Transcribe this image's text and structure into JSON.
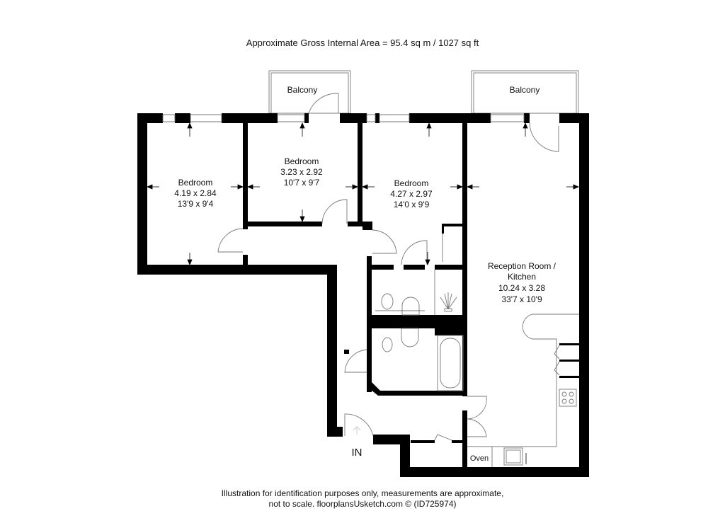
{
  "header": {
    "title": "Approximate Gross Internal Area = 95.4 sq m / 1027 sq ft"
  },
  "rooms": {
    "bedroom1": {
      "name": "Bedroom",
      "metric": "4.19 x 2.84",
      "imperial": "13'9 x 9'4"
    },
    "bedroom2": {
      "name": "Bedroom",
      "metric": "3.23 x 2.92",
      "imperial": "10'7 x 9'7"
    },
    "bedroom3": {
      "name": "Bedroom",
      "metric": "4.27 x 2.97",
      "imperial": "14'0 x 9'9"
    },
    "reception": {
      "name_line1": "Reception Room /",
      "name_line2": "Kitchen",
      "metric": "10.24 x 3.28",
      "imperial": "33'7 x 10'9"
    },
    "balcony_left": {
      "name": "Balcony"
    },
    "balcony_right": {
      "name": "Balcony"
    },
    "oven": {
      "name": "Oven"
    },
    "entrance": {
      "name": "IN"
    }
  },
  "footer": {
    "line1": "Illustration for identification purposes only, measurements are approximate,",
    "line2": "not to scale. floorplansUsketch.com © (ID725974)"
  },
  "colors": {
    "wall": "#000000",
    "fixture_line": "#777777",
    "background": "#ffffff"
  }
}
